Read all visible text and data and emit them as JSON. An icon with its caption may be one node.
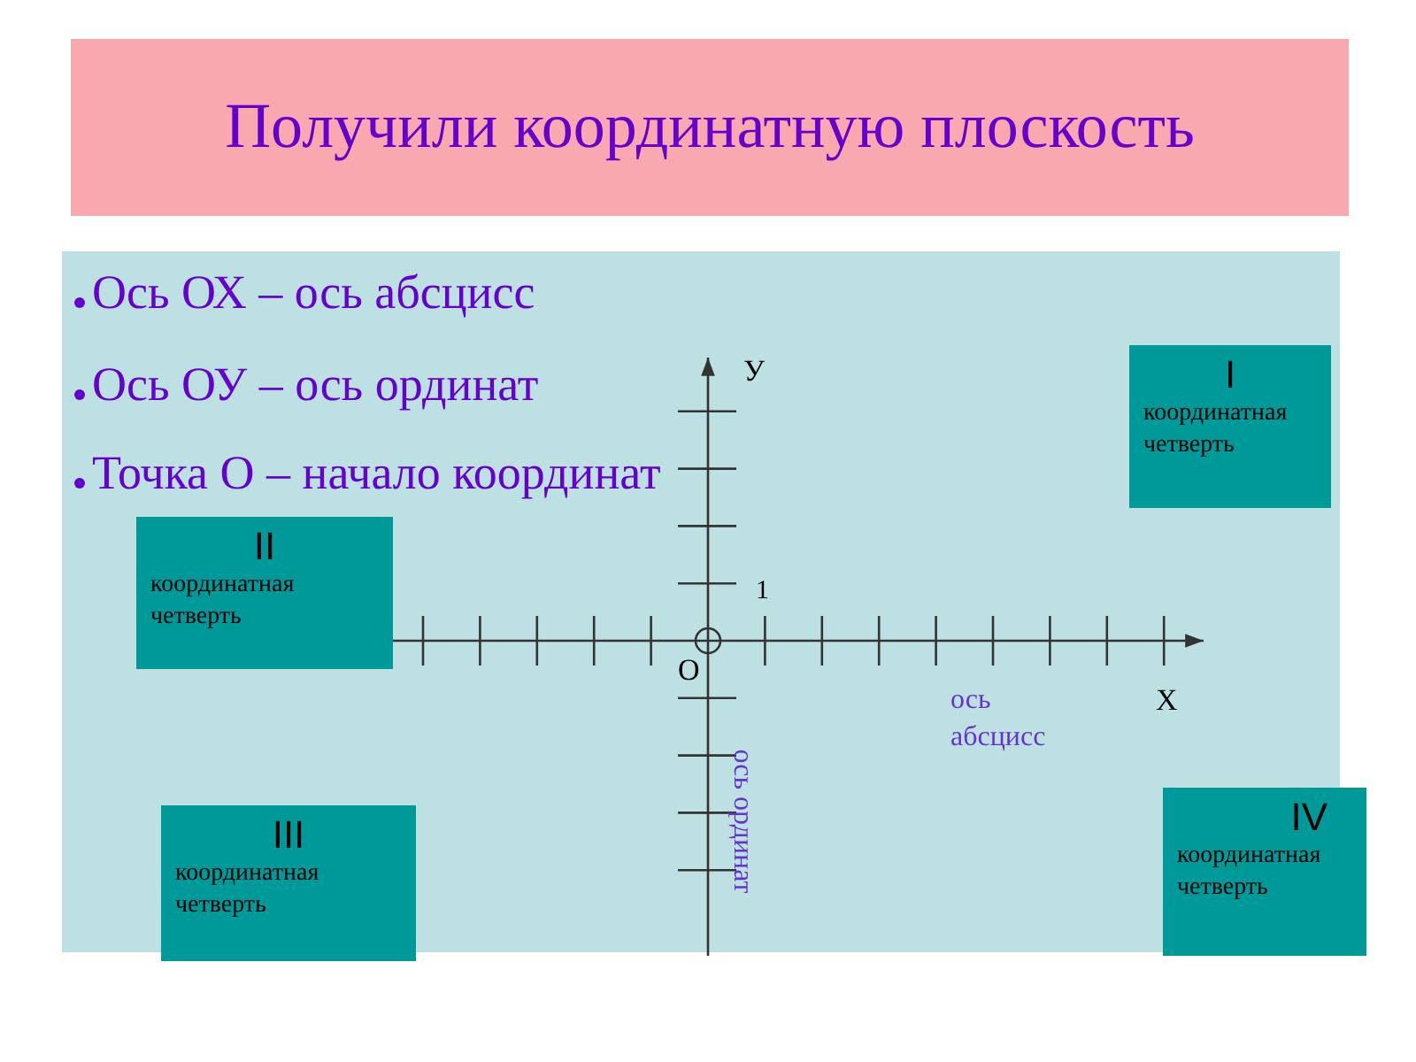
{
  "diagram": {
    "title": "Получили координатную плоскость",
    "nodes": [
      {
        "text": [
          "I",
          "координатная четверть"
        ]
      },
      {
        "text": [
          "II",
          "координатная четверть"
        ]
      },
      {
        "text": [
          "III",
          "координатная четверть"
        ]
      },
      {
        "text": [
          "IV",
          "координатная четверть"
        ]
      }
    ],
    "edges": [],
    "labels": [
      "Ось ОХ – ось абсцисс",
      "Ось ОУ – ось ординат",
      "Точка О – начало координат",
      "У",
      "1",
      "О",
      "Х",
      "ось абсцисс",
      "ось ординат"
    ]
  }
}
